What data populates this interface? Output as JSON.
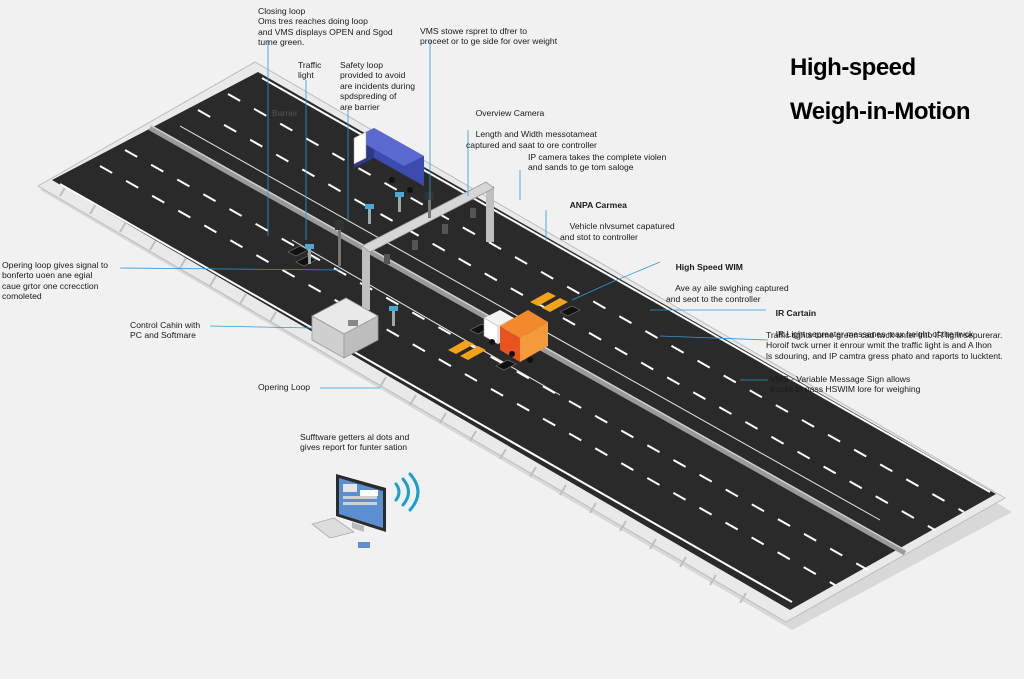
{
  "title": {
    "line1": "High-speed",
    "line2": "Weigh-in-Motion"
  },
  "labels": [
    {
      "id": "closing-loop",
      "text": "Closing loop\nOms tres reaches doing loop\nand VMS displays OPEN and Sgod\nturne green."
    },
    {
      "id": "traffic-light",
      "text": "Traffic\nlight"
    },
    {
      "id": "safety-loop",
      "text": "Safety loop\nprovided to avoid\nare incidents during\nspdspreding of\nare barrier"
    },
    {
      "id": "barrier",
      "text": "Barrier"
    },
    {
      "id": "vms-top",
      "text": "VMS stowe rspret to dfrer to\nproceet or to ge side for over weight"
    },
    {
      "id": "overview-camera",
      "title": "Overview Camera",
      "text": "Length and Width messotameat\ncaptured and saat to ore controller"
    },
    {
      "id": "ip-camera",
      "text": "IP camera takes the complete violen\nand sands to ge tom saloge"
    },
    {
      "id": "anpr-camera",
      "title": "ANPA Carmea",
      "text": "Vehicle nlvsumet capatured\nand stot to controller"
    },
    {
      "id": "hswim",
      "title": "High Speed WIM",
      "text": "Ave ay aile swighing captured\nand seot to the controller"
    },
    {
      "id": "ir-curtain",
      "title": "IR Cartain",
      "text": "IR Light sepreater messanes max height of the twck"
    },
    {
      "id": "traffic-lights-note",
      "text": "Traffic tights tome green cad twck unter lnto IR light sepurerar.\nHoroif twck urner it enrour wmit the traffic light is and A lhon\nls sdouring, and IP camtra gress phato and raports to lucktent."
    },
    {
      "id": "vms-bottom",
      "text": "VMS - Variable Message Sign allows\ntrucks to pass HSWIM lore for weighing"
    },
    {
      "id": "opening-loop-signal",
      "text": "Opering loop gives signal to\nbonferto uoen ane egial\ncaue grtor one ccrecction\ncomoleted"
    },
    {
      "id": "control-cabin",
      "text": "Control Cahin with\nPC and Softmare"
    },
    {
      "id": "opening-loop",
      "text": "Opering Loop"
    },
    {
      "id": "software",
      "text": "Sufftware getters al dots and\ngives report for funter sation"
    }
  ],
  "colors": {
    "background": "#f1f1f1",
    "road": "#2a2a2a",
    "curb": "#d9d9d9",
    "lane_marking": "#ffffff",
    "wim_pad": "#f2a31b",
    "truck_cab": "#ffffff",
    "truck_cargo_front": "#e8531f",
    "truck_cargo_rear": "#2d3a8c",
    "callout_line": "#2d9ad6",
    "wifi": "#1aa0cf"
  },
  "icons": [
    "truck-icon",
    "gantry-icon",
    "camera-icon",
    "control-cabin-icon",
    "computer-monitor-icon",
    "wifi-icon",
    "traffic-light-icon",
    "keyboard-icon"
  ]
}
